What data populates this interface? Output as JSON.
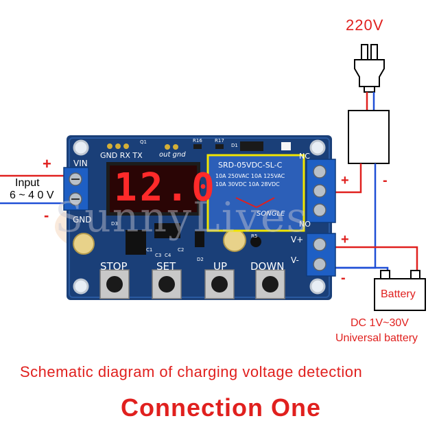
{
  "supply": {
    "label": "220V"
  },
  "input": {
    "label_line1": "Input",
    "label_line2": "6 ~ 4 0 V",
    "plus": "+",
    "minus": "-"
  },
  "board": {
    "display": "12.0",
    "vin": "VIN",
    "gnd": "GND",
    "header_labels": "GND RX TX",
    "out_gnd": "out gnd",
    "nc": "NC",
    "no": "NO",
    "vplus": "V+",
    "vminus": "V-",
    "relay_line1": "SRD-05VDC-SL-C",
    "relay_line2": "10A 250VAC  10A 125VAC",
    "relay_line3": "10A 30VDC  10A 28VDC",
    "relay_brand": "SONGLE",
    "buttons": [
      "STOP",
      "SET",
      "UP",
      "DOWN"
    ],
    "silk": [
      "Q1",
      "R16",
      "R17",
      "D1",
      "D3",
      "C1",
      "C2",
      "C3",
      "C4",
      "D2",
      "R5"
    ]
  },
  "circuit": {
    "relay_plus": "+",
    "relay_minus": "-",
    "batt_plus": "+",
    "batt_minus": "-"
  },
  "battery": {
    "label": "Battery",
    "caption_line1": "DC 1V~30V",
    "caption_line2": "Universal battery"
  },
  "watermark": "SunnyLives",
  "caption": "Schematic diagram of charging voltage detection",
  "title": "Connection One",
  "colors": {
    "accent_red": "#e0201e",
    "wire_blue": "#1f4fd6",
    "pcb_blue": "#1a3f78",
    "terminal_blue": "#1e5fc4",
    "relay_yellow": "#f2e600",
    "display_red": "#ff2a2a"
  }
}
